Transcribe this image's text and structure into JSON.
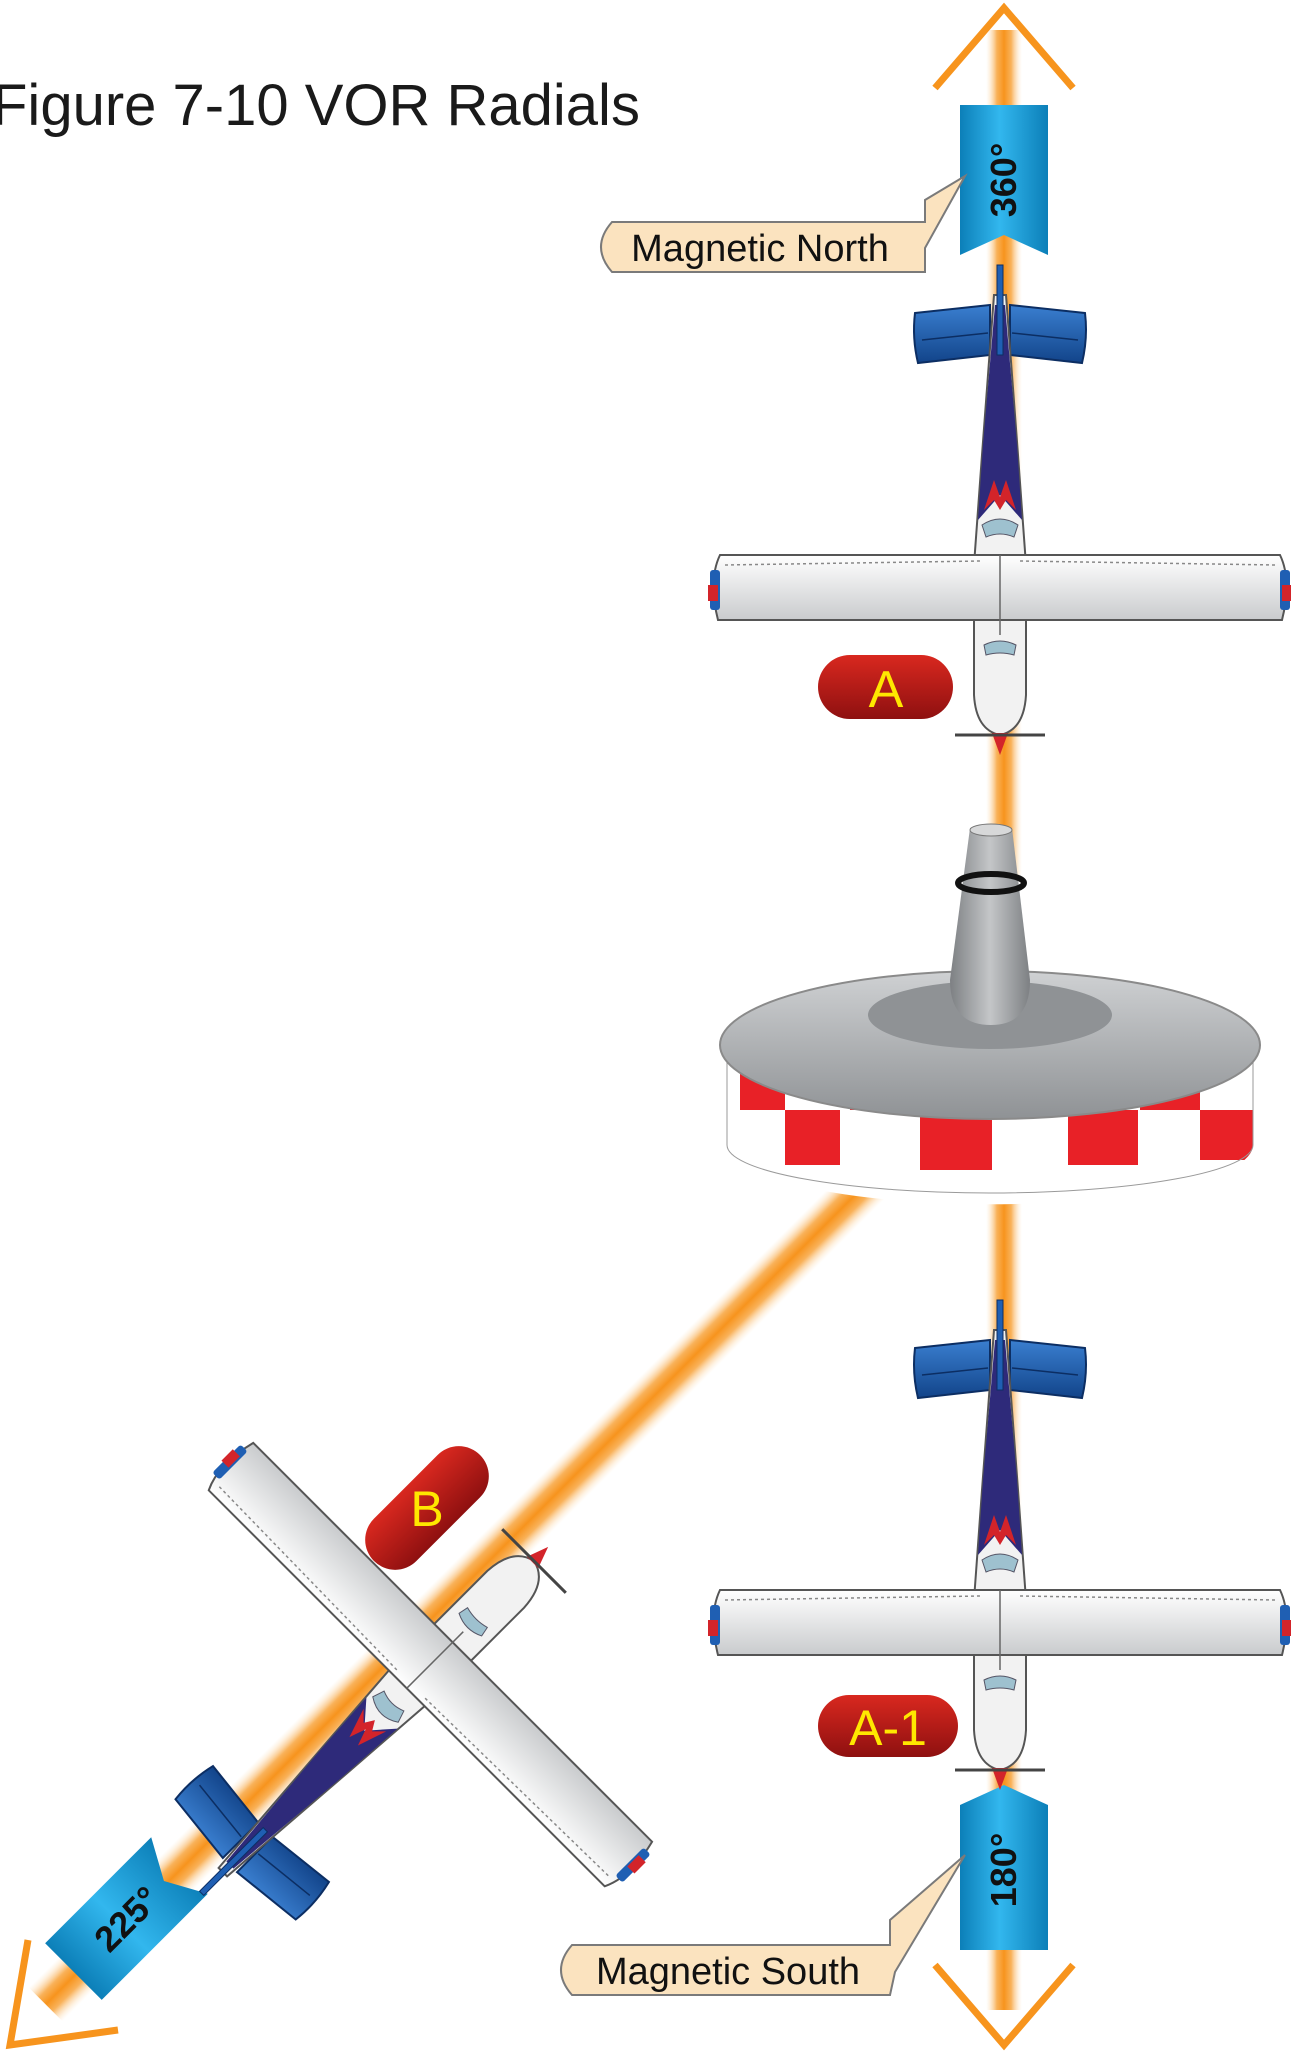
{
  "figure": {
    "title": "Figure 7-10 VOR Radials"
  },
  "radials": {
    "north": "360°",
    "south": "180°",
    "southwest": "225°"
  },
  "callouts": {
    "north_label": "Magnetic North",
    "south_label": "Magnetic South"
  },
  "aircraft_labels": {
    "a": "A",
    "a1": "A-1",
    "b": "B"
  },
  "colors": {
    "radial_beam": "#f7941d",
    "radial_badge": "#1fa3de",
    "aircraft_tag": "#c01a1a",
    "aircraft_tag_text": "#ffe700",
    "callout_fill": "#fbe3bf",
    "aircraft_tail": "#1f5fb3",
    "station_check": "#e82127"
  }
}
